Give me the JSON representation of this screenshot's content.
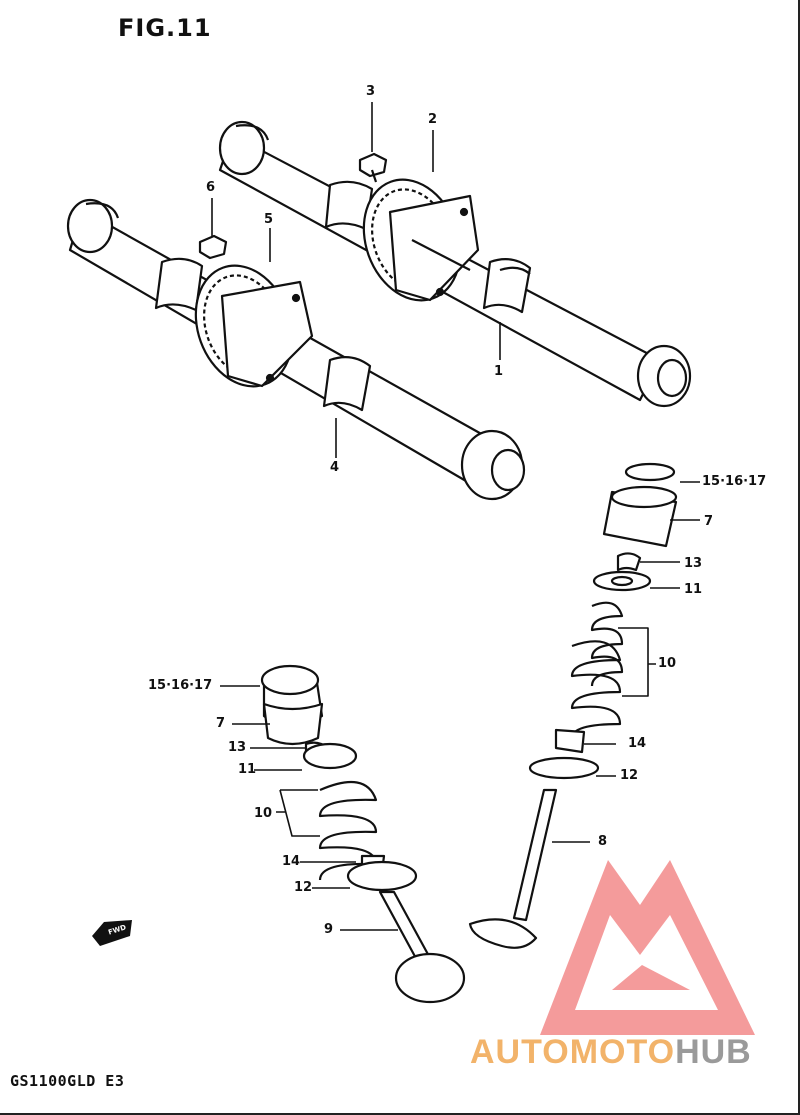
{
  "figure": {
    "title": "FIG.11",
    "model": "GS1100GLD E3"
  },
  "callouts": {
    "c1": "1",
    "c2": "2",
    "c3": "3",
    "c4": "4",
    "c5": "5",
    "c6": "6",
    "c7a": "7",
    "c7b": "7",
    "c8": "8",
    "c9": "9",
    "c10a": "10",
    "c10b": "10",
    "c11a": "11",
    "c11b": "11",
    "c12a": "12",
    "c12b": "12",
    "c13a": "13",
    "c13b": "13",
    "c14a": "14",
    "c14b": "14",
    "c1517a": "15·16·17",
    "c1517b": "15·16·17"
  },
  "direction_marker": "FWD",
  "watermark": {
    "part1": "AUTOMOTO",
    "part2": "HUB",
    "color_red": "#f28a8a",
    "color_orange": "#f2b36a",
    "color_gray": "#9a9a9a"
  }
}
